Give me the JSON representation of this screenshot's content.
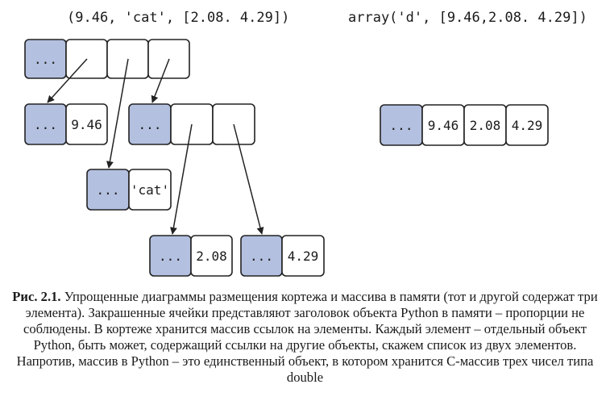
{
  "tuple_repr": "(9.46, 'cat', [2.08. 4.29])",
  "array_repr": "array('d', [9.46,2.08. 4.29])",
  "header_cell": "...",
  "values": {
    "float_946": "9.46",
    "str_cat": "'cat'",
    "float_208": "2.08",
    "float_429": "4.29"
  },
  "colors": {
    "header_fill": "#b4c0e0",
    "stroke": "#222222"
  },
  "caption": {
    "label": "Рис. 2.1.",
    "text": "Упрощенные диаграммы размещения кортежа и массива в памяти (тот и другой содержат три элемента). Закрашенные ячейки представляют заголовок объекта Python в памяти – пропорции не соблюдены. В кортеже хранится массив ссылок на элементы. Каждый элемент – отдельный объект Python, быть может, содержащий ссылки на другие объекты, скажем список из двух элементов. Напротив, массив в Python – это единственный объект, в котором хранится C-массив трех чисел типа double"
  }
}
